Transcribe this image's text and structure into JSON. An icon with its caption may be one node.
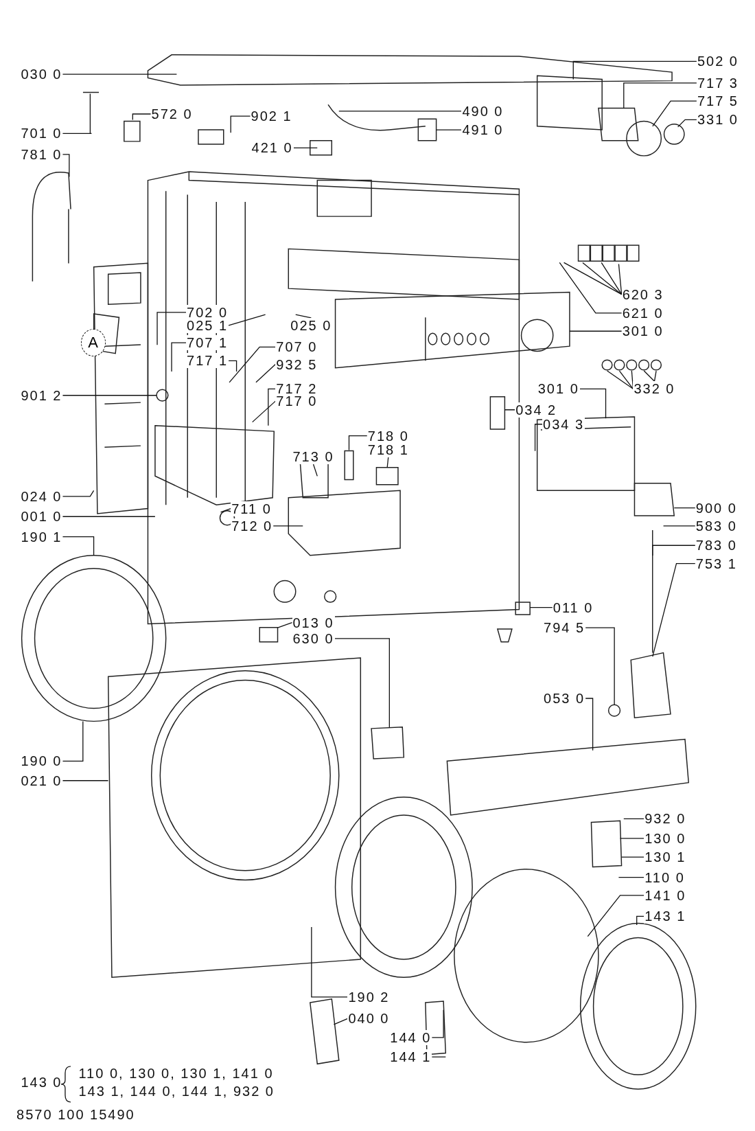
{
  "diagram": {
    "caption": "8570 100 15490",
    "nodes": [
      {
        "text": [
          "030 0"
        ]
      },
      {
        "text": [
          "701 0"
        ]
      },
      {
        "text": [
          "781 0"
        ]
      },
      {
        "text": [
          "572 0"
        ]
      },
      {
        "text": [
          "902 1"
        ]
      },
      {
        "text": [
          "490 0"
        ]
      },
      {
        "text": [
          "491 0"
        ]
      },
      {
        "text": [
          "421 0"
        ]
      },
      {
        "text": [
          "502 0"
        ]
      },
      {
        "text": [
          "717 3"
        ]
      },
      {
        "text": [
          "717 5"
        ]
      },
      {
        "text": [
          "331 0"
        ]
      },
      {
        "text": [
          "620 3"
        ]
      },
      {
        "text": [
          "621 0"
        ]
      },
      {
        "text": [
          "301 0"
        ]
      },
      {
        "text": [
          "332 0"
        ]
      },
      {
        "text": [
          "702 0"
        ]
      },
      {
        "text": [
          "025 1"
        ]
      },
      {
        "text": [
          "025 0"
        ]
      },
      {
        "text": [
          "707 1"
        ]
      },
      {
        "text": [
          "717 1"
        ]
      },
      {
        "text": [
          "707 0"
        ]
      },
      {
        "text": [
          "932 5"
        ]
      },
      {
        "text": [
          "717 2"
        ]
      },
      {
        "text": [
          "717 0"
        ]
      },
      {
        "text": [
          "901 2"
        ]
      },
      {
        "text": [
          "034 2"
        ]
      },
      {
        "text": [
          "034 3"
        ]
      },
      {
        "text": [
          "301 0"
        ]
      },
      {
        "text": [
          "713 0"
        ]
      },
      {
        "text": [
          "718 0"
        ]
      },
      {
        "text": [
          "718 1"
        ]
      },
      {
        "text": [
          "024 0"
        ]
      },
      {
        "text": [
          "001 0"
        ]
      },
      {
        "text": [
          "711 0"
        ]
      },
      {
        "text": [
          "712 0"
        ]
      },
      {
        "text": [
          "900 0"
        ]
      },
      {
        "text": [
          "583 0"
        ]
      },
      {
        "text": [
          "783 0"
        ]
      },
      {
        "text": [
          "753 1"
        ]
      },
      {
        "text": [
          "190 1"
        ]
      },
      {
        "text": [
          "011 0"
        ]
      },
      {
        "text": [
          "013 0"
        ]
      },
      {
        "text": [
          "630 0"
        ]
      },
      {
        "text": [
          "794 5"
        ]
      },
      {
        "text": [
          "053 0"
        ]
      },
      {
        "text": [
          "190 0"
        ]
      },
      {
        "text": [
          "021 0"
        ]
      },
      {
        "text": [
          "932 0"
        ]
      },
      {
        "text": [
          "130 0"
        ]
      },
      {
        "text": [
          "130 1"
        ]
      },
      {
        "text": [
          "110 0"
        ]
      },
      {
        "text": [
          "141 0"
        ]
      },
      {
        "text": [
          "143 1"
        ]
      },
      {
        "text": [
          "190 2"
        ]
      },
      {
        "text": [
          "040 0"
        ]
      },
      {
        "text": [
          "144 0"
        ]
      },
      {
        "text": [
          "144 1"
        ]
      },
      {
        "text": [
          "A"
        ]
      },
      {
        "text": [
          "143 0"
        ]
      }
    ],
    "edges": [
      {
        "from": 0,
        "to": null,
        "arrow": "none"
      },
      {
        "from": 1,
        "to": null,
        "arrow": "none"
      },
      {
        "from": 2,
        "to": null,
        "arrow": "none"
      },
      {
        "from": 3,
        "to": null,
        "arrow": "none"
      },
      {
        "from": 4,
        "to": null,
        "arrow": "none"
      },
      {
        "from": 5,
        "to": null,
        "arrow": "none"
      },
      {
        "from": 6,
        "to": null,
        "arrow": "none"
      },
      {
        "from": 7,
        "to": null,
        "arrow": "none"
      },
      {
        "from": 8,
        "to": null,
        "arrow": "none"
      },
      {
        "from": 9,
        "to": null,
        "arrow": "none"
      },
      {
        "from": 10,
        "to": null,
        "arrow": "none"
      },
      {
        "from": 11,
        "to": null,
        "arrow": "none"
      },
      {
        "from": 12,
        "to": null,
        "arrow": "none"
      },
      {
        "from": 12,
        "to": null,
        "arrow": "none"
      },
      {
        "from": 12,
        "to": null,
        "arrow": "none"
      },
      {
        "from": 12,
        "to": null,
        "arrow": "none"
      },
      {
        "from": 13,
        "to": null,
        "arrow": "none"
      },
      {
        "from": 14,
        "to": null,
        "arrow": "none"
      },
      {
        "from": 15,
        "to": null,
        "arrow": "none"
      },
      {
        "from": 15,
        "to": null,
        "arrow": "none"
      },
      {
        "from": 15,
        "to": null,
        "arrow": "none"
      },
      {
        "from": 15,
        "to": null,
        "arrow": "none"
      },
      {
        "from": 15,
        "to": null,
        "arrow": "none"
      },
      {
        "from": 16,
        "to": null,
        "arrow": "none"
      },
      {
        "from": 17,
        "to": null,
        "arrow": "none"
      },
      {
        "from": 18,
        "to": null,
        "arrow": "none"
      },
      {
        "from": 19,
        "to": null,
        "arrow": "none"
      },
      {
        "from": 20,
        "to": null,
        "arrow": "none"
      },
      {
        "from": 21,
        "to": null,
        "arrow": "none"
      },
      {
        "from": 22,
        "to": null,
        "arrow": "none"
      },
      {
        "from": 23,
        "to": null,
        "arrow": "none"
      },
      {
        "from": 24,
        "to": null,
        "arrow": "none"
      },
      {
        "from": 25,
        "to": null,
        "arrow": "none"
      },
      {
        "from": 26,
        "to": null,
        "arrow": "none"
      },
      {
        "from": 27,
        "to": null,
        "arrow": "none"
      },
      {
        "from": 28,
        "to": null,
        "arrow": "none"
      },
      {
        "from": 29,
        "to": null,
        "arrow": "none"
      },
      {
        "from": 30,
        "to": null,
        "arrow": "none"
      },
      {
        "from": 31,
        "to": null,
        "arrow": "none"
      },
      {
        "from": 32,
        "to": null,
        "arrow": "none"
      },
      {
        "from": 33,
        "to": null,
        "arrow": "none"
      },
      {
        "from": 34,
        "to": null,
        "arrow": "none"
      },
      {
        "from": 35,
        "to": null,
        "arrow": "none"
      },
      {
        "from": 36,
        "to": null,
        "arrow": "none"
      },
      {
        "from": 37,
        "to": null,
        "arrow": "none"
      },
      {
        "from": 38,
        "to": null,
        "arrow": "none"
      },
      {
        "from": 39,
        "to": null,
        "arrow": "none"
      },
      {
        "from": 40,
        "to": null,
        "arrow": "none"
      },
      {
        "from": 41,
        "to": null,
        "arrow": "none"
      },
      {
        "from": 42,
        "to": null,
        "arrow": "none"
      },
      {
        "from": 43,
        "to": null,
        "arrow": "none"
      },
      {
        "from": 44,
        "to": null,
        "arrow": "none"
      },
      {
        "from": 45,
        "to": null,
        "arrow": "none"
      },
      {
        "from": 46,
        "to": null,
        "arrow": "none"
      },
      {
        "from": 47,
        "to": null,
        "arrow": "none"
      },
      {
        "from": 48,
        "to": null,
        "arrow": "none"
      },
      {
        "from": 49,
        "to": null,
        "arrow": "none"
      },
      {
        "from": 50,
        "to": null,
        "arrow": "none"
      },
      {
        "from": 51,
        "to": null,
        "arrow": "none"
      },
      {
        "from": 52,
        "to": null,
        "arrow": "none"
      },
      {
        "from": 53,
        "to": null,
        "arrow": "none"
      },
      {
        "from": 54,
        "to": null,
        "arrow": "none"
      },
      {
        "from": 55,
        "to": null,
        "arrow": "none"
      },
      {
        "from": 56,
        "to": null,
        "arrow": "none"
      },
      {
        "from": 57,
        "to": null,
        "arrow": "none"
      }
    ],
    "labels": [
      "110 0, 130 0, 130 1, 141 0",
      "143 1, 144 0, 144 1, 932 0"
    ]
  }
}
